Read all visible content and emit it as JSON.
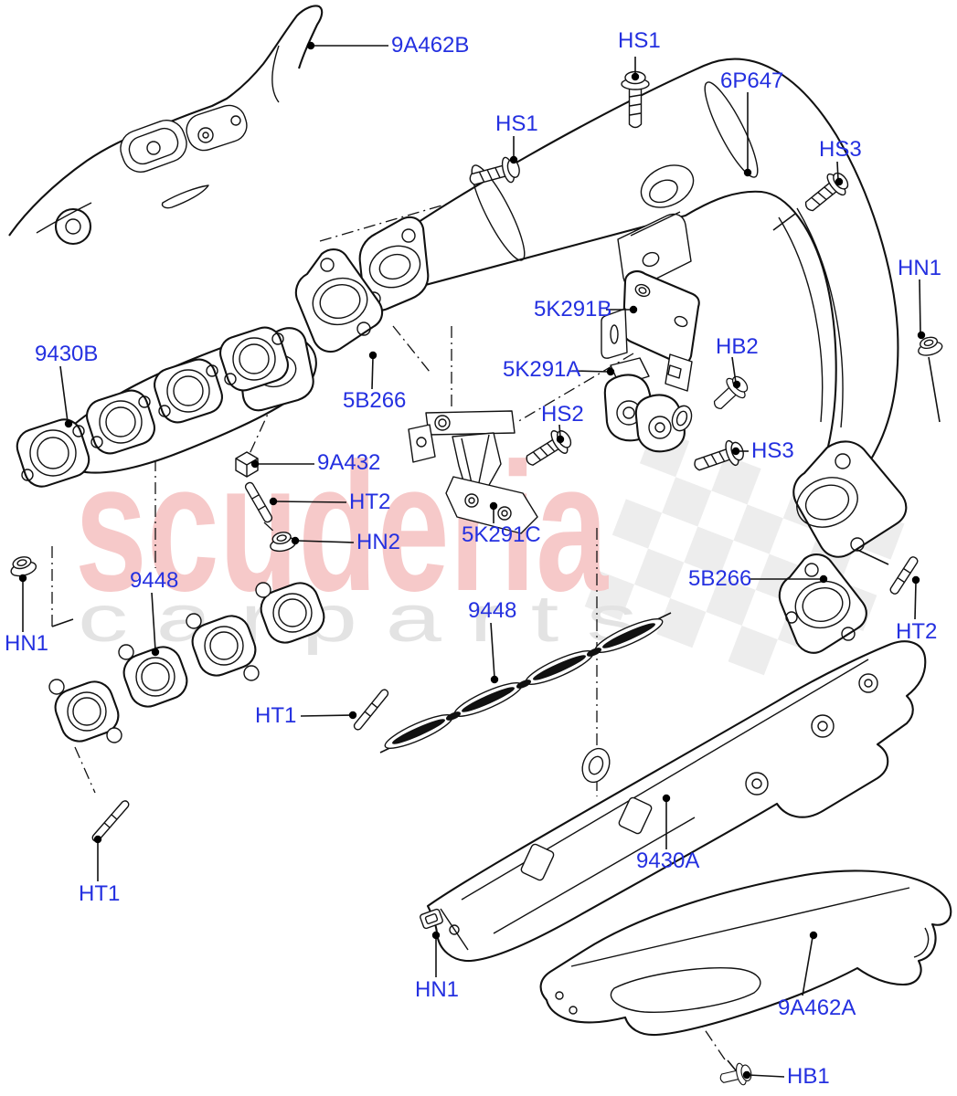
{
  "watermark": {
    "brand": "scuderia",
    "tagline": "c a r p a r t s",
    "brand_color": "#f6c9c9",
    "tagline_color": "#e3e3e3",
    "flag_color": "#ededed"
  },
  "colors": {
    "callout": "#2430e0",
    "line_art": "#111111"
  },
  "callouts": [
    {
      "id": "9A462B-upper-heat-shield",
      "text": "9A462B"
    },
    {
      "id": "HS1-top-bolt",
      "text": "HS1"
    },
    {
      "id": "6P647-catalyst-pipe",
      "text": "6P647"
    },
    {
      "id": "HS1-left-bolt",
      "text": "HS1"
    },
    {
      "id": "HS3-top-bolt",
      "text": "HS3"
    },
    {
      "id": "HN1-right-nut",
      "text": "HN1"
    },
    {
      "id": "9430B-lh-manifold",
      "text": "9430B"
    },
    {
      "id": "5B266-upper-gasket",
      "text": "5B266"
    },
    {
      "id": "5K291B-bracket",
      "text": "5K291B"
    },
    {
      "id": "5K291A-damper",
      "text": "5K291A"
    },
    {
      "id": "HB2-bolt",
      "text": "HB2"
    },
    {
      "id": "HS2-bolt",
      "text": "HS2"
    },
    {
      "id": "HS3-middle-bolt",
      "text": "HS3"
    },
    {
      "id": "9A432-spacer",
      "text": "9A432"
    },
    {
      "id": "HT2-left-stud",
      "text": "HT2"
    },
    {
      "id": "HN2-nut",
      "text": "HN2"
    },
    {
      "id": "5K291C-bracket",
      "text": "5K291C"
    },
    {
      "id": "5B266-lower-gasket",
      "text": "5B266"
    },
    {
      "id": "HT2-right-stud",
      "text": "HT2"
    },
    {
      "id": "HN1-left-nut",
      "text": "HN1"
    },
    {
      "id": "9448-left-gasket",
      "text": "9448"
    },
    {
      "id": "9448-middle-gasket",
      "text": "9448"
    },
    {
      "id": "HT1-right-stud",
      "text": "HT1"
    },
    {
      "id": "HT1-bottom-stud",
      "text": "HT1"
    },
    {
      "id": "9430A-rh-manifold",
      "text": "9430A"
    },
    {
      "id": "HN1-bottom-nut",
      "text": "HN1"
    },
    {
      "id": "9A462A-lower-heat-shield",
      "text": "9A462A"
    },
    {
      "id": "HB1-bolt",
      "text": "HB1"
    }
  ]
}
